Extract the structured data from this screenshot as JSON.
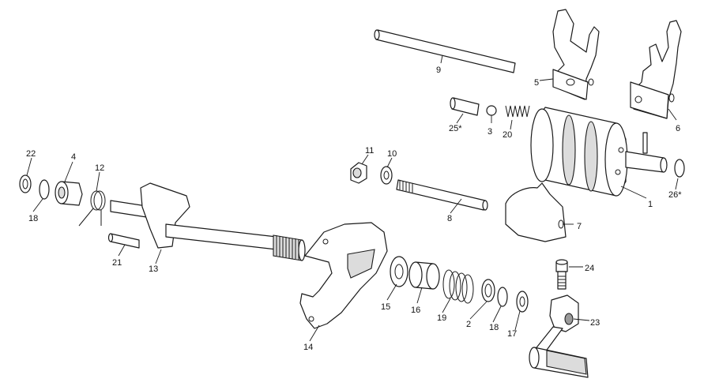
{
  "diagram": {
    "labels": [
      {
        "id": "p1",
        "text": "1"
      },
      {
        "id": "p2",
        "text": "2"
      },
      {
        "id": "p3",
        "text": "3"
      },
      {
        "id": "p4",
        "text": "4"
      },
      {
        "id": "p5",
        "text": "5"
      },
      {
        "id": "p6",
        "text": "6"
      },
      {
        "id": "p7",
        "text": "7"
      },
      {
        "id": "p8",
        "text": "8"
      },
      {
        "id": "p9",
        "text": "9"
      },
      {
        "id": "p10",
        "text": "10"
      },
      {
        "id": "p11",
        "text": "11"
      },
      {
        "id": "p12",
        "text": "12"
      },
      {
        "id": "p13",
        "text": "13"
      },
      {
        "id": "p14",
        "text": "14"
      },
      {
        "id": "p15",
        "text": "15"
      },
      {
        "id": "p16",
        "text": "16"
      },
      {
        "id": "p17",
        "text": "17"
      },
      {
        "id": "p18a",
        "text": "18"
      },
      {
        "id": "p18b",
        "text": "18"
      },
      {
        "id": "p19",
        "text": "19"
      },
      {
        "id": "p20",
        "text": "20"
      },
      {
        "id": "p21",
        "text": "21"
      },
      {
        "id": "p22",
        "text": "22"
      },
      {
        "id": "p23",
        "text": "23"
      },
      {
        "id": "p24",
        "text": "24"
      },
      {
        "id": "p25",
        "text": "25*"
      },
      {
        "id": "p26",
        "text": "26*"
      }
    ]
  }
}
